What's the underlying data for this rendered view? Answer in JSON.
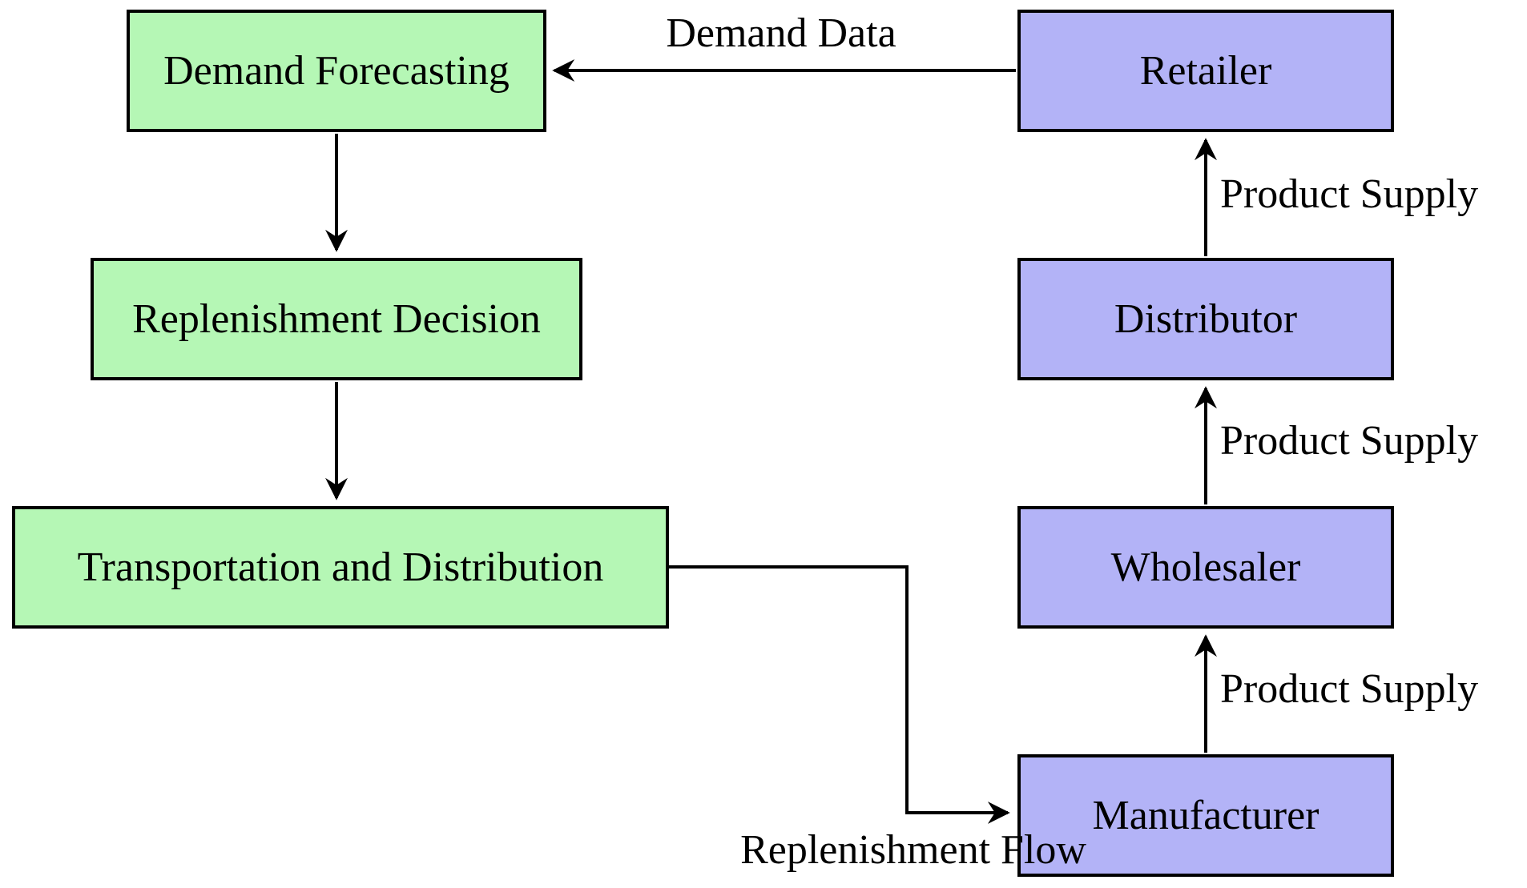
{
  "diagram": {
    "title": "Supply chain replenishment flowchart",
    "colors": {
      "planning_fill": "#b5f7b5",
      "supply_chain_fill": "#b3b3f7",
      "border": "#000000",
      "background": "#ffffff",
      "text": "#000000"
    },
    "nodes": [
      {
        "id": "demand-forecasting",
        "label": "Demand Forecasting",
        "group": "planning"
      },
      {
        "id": "replenishment-decision",
        "label": "Replenishment Decision",
        "group": "planning"
      },
      {
        "id": "transportation-distribution",
        "label": "Transportation and Distribution",
        "group": "planning"
      },
      {
        "id": "retailer",
        "label": "Retailer",
        "group": "supply-chain"
      },
      {
        "id": "distributor",
        "label": "Distributor",
        "group": "supply-chain"
      },
      {
        "id": "wholesaler",
        "label": "Wholesaler",
        "group": "supply-chain"
      },
      {
        "id": "manufacturer",
        "label": "Manufacturer",
        "group": "supply-chain"
      }
    ],
    "edges": [
      {
        "from": "retailer",
        "to": "demand-forecasting",
        "label": "Demand Data"
      },
      {
        "from": "demand-forecasting",
        "to": "replenishment-decision",
        "label": ""
      },
      {
        "from": "replenishment-decision",
        "to": "transportation-distribution",
        "label": ""
      },
      {
        "from": "transportation-distribution",
        "to": "manufacturer",
        "label": "Replenishment Flow"
      },
      {
        "from": "manufacturer",
        "to": "wholesaler",
        "label": "Product Supply"
      },
      {
        "from": "wholesaler",
        "to": "distributor",
        "label": "Product Supply"
      },
      {
        "from": "distributor",
        "to": "retailer",
        "label": "Product Supply"
      }
    ]
  }
}
